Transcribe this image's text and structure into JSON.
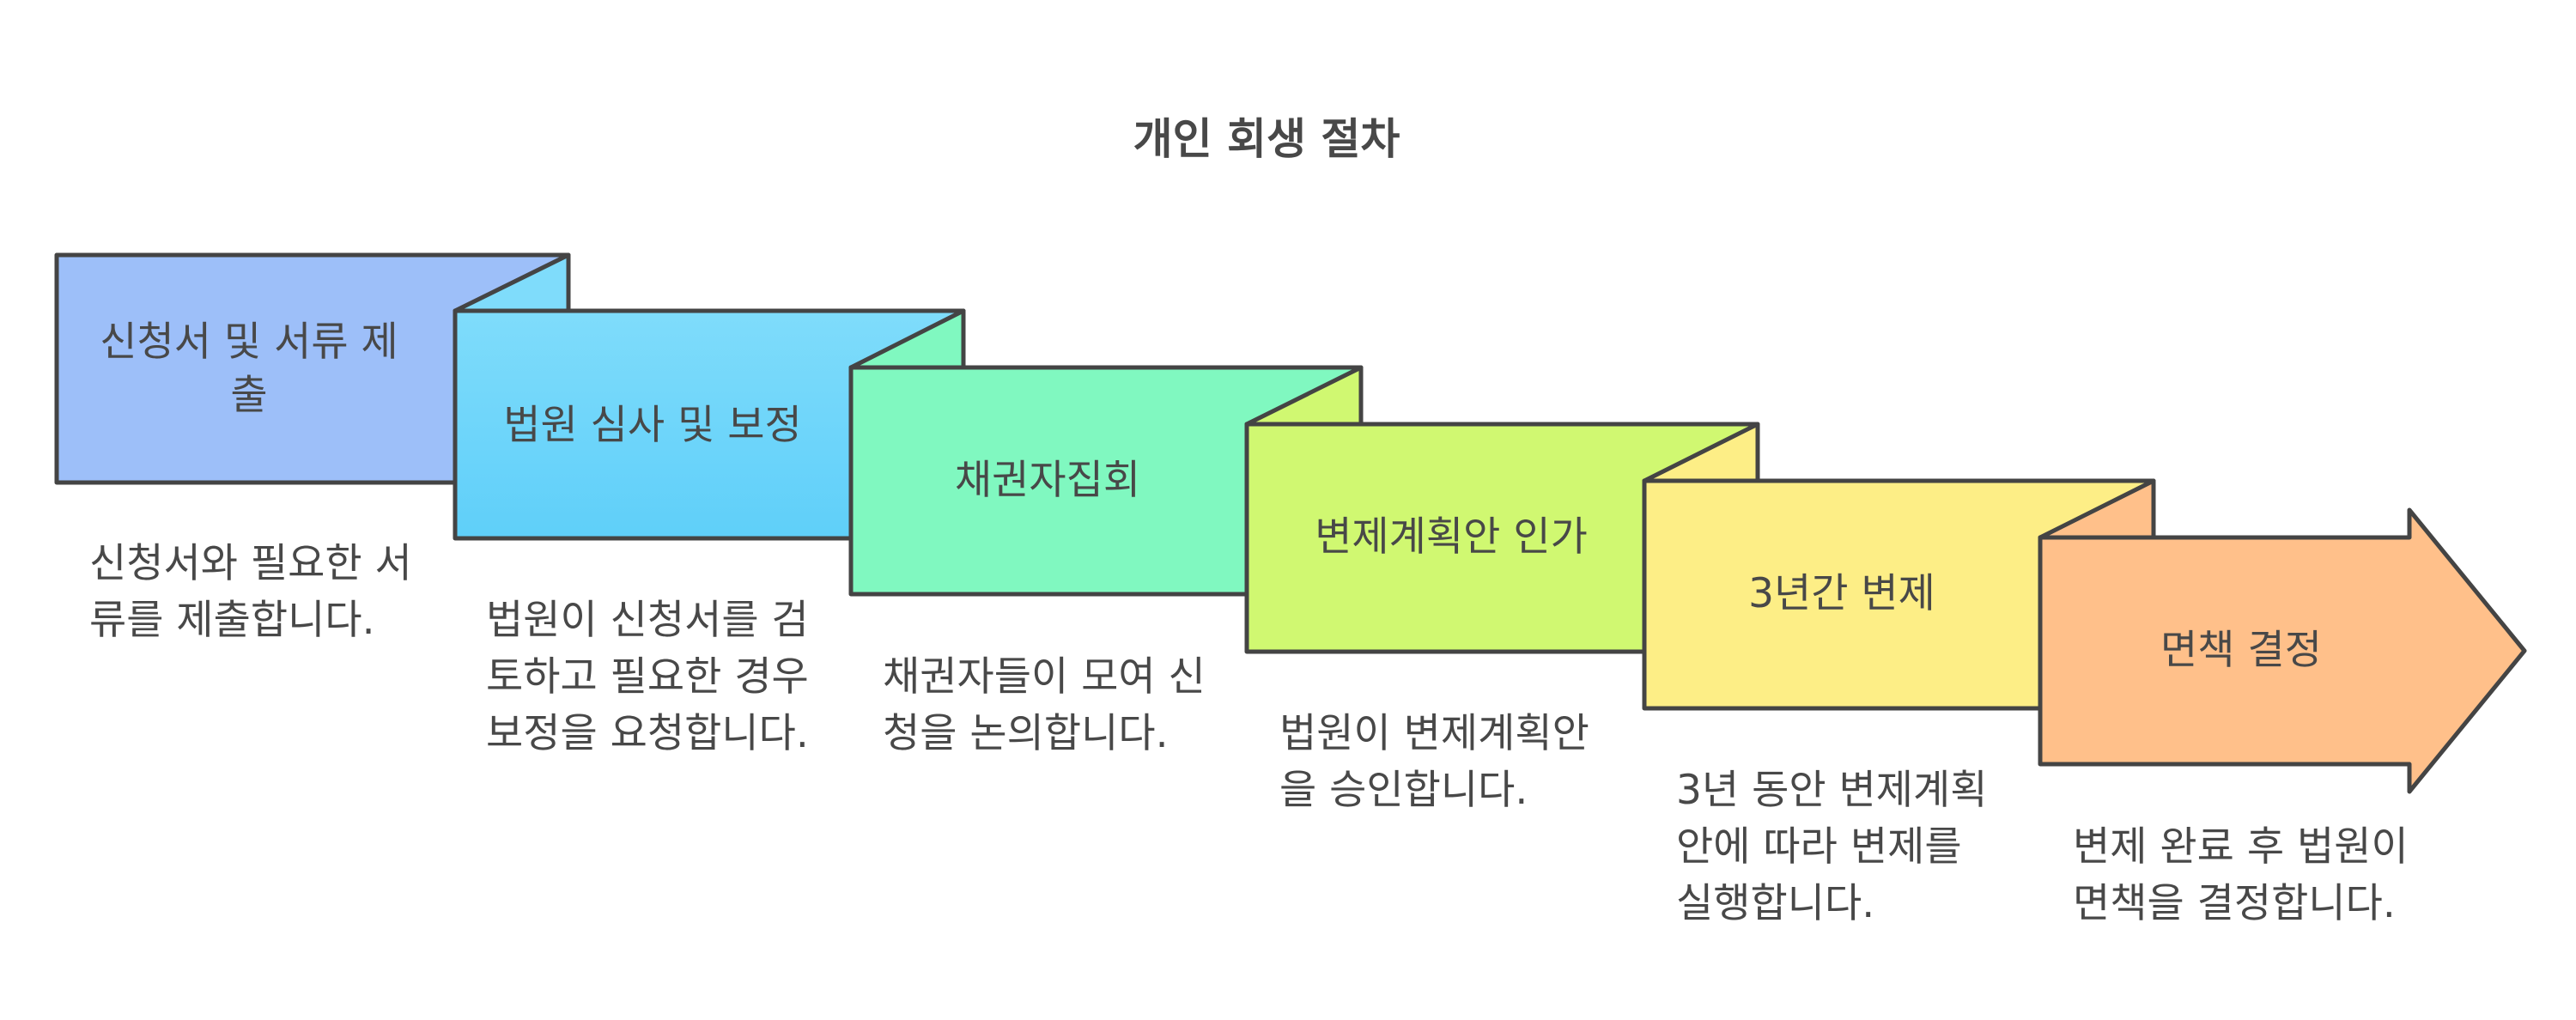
{
  "diagram": {
    "title": "개인 회생 절차",
    "steps": [
      {
        "label": "신청서 및 서류 제출",
        "description": "신청서와 필요한 서류를 제출합니다.",
        "color": "#9dbff9",
        "fold_color": "#9dbff9"
      },
      {
        "label": "법원 심사 및 보정",
        "description": "법원이 신청서를 검토하고 필요한 경우 보정을 요청합니다.",
        "color": "#77d8fb",
        "fold_color": "#7fdcfb"
      },
      {
        "label": "채권자집회",
        "description": "채권자들이 모여 신청을 논의합니다.",
        "color": "#80f8c0",
        "fold_color": "#80f8c0"
      },
      {
        "label": "변제계획안 인가",
        "description": "법원이 변제계획안을 승인합니다.",
        "color": "#d0f871",
        "fold_color": "#d0f871"
      },
      {
        "label": "3년간 변제",
        "description": "3년 동안 변제계획안에 따라 변제를 실행합니다.",
        "color": "#fdee86",
        "fold_color": "#fdee86"
      },
      {
        "label": "면책 결정",
        "description": "변제 완료 후 법원이 면책을 결정합니다.",
        "color": "#ffc08a",
        "fold_color": "#ffc08a"
      }
    ]
  }
}
